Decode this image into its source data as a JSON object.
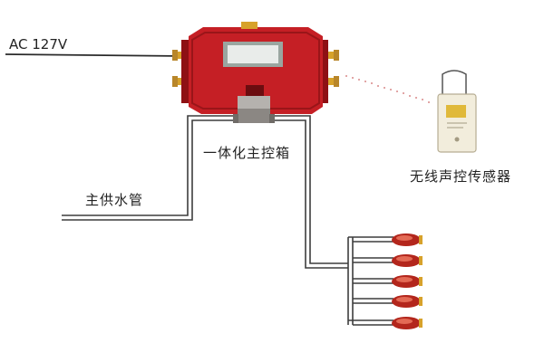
{
  "labels": {
    "power_supply": "AC 127V",
    "main_control_box": "一体化主控箱",
    "wireless_sensor": "无线声控传感器",
    "main_water_pipe": "主供水管"
  },
  "colors": {
    "box_red": "#c51f25",
    "box_dark_red": "#8e1014",
    "brass": "#d7a22b",
    "pipe": "#3d3d3d",
    "nozzle_red": "#b3261c",
    "sensor_body": "#f2eddc",
    "sensor_panel": "#e0b93a",
    "signal_dots": "#d88a8a"
  },
  "nozzle_count": 5
}
